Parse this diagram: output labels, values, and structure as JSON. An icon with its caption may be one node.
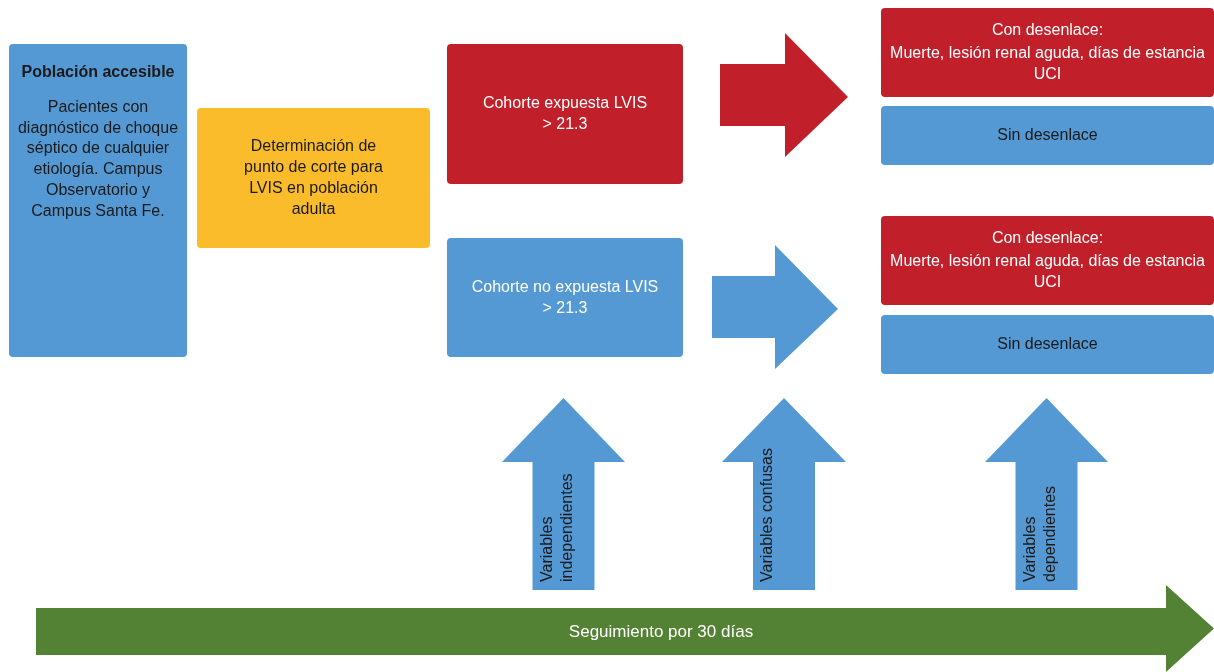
{
  "diagram": {
    "nodes": [
      {
        "text": [
          "Población accesible",
          "Pacientes con diagnóstico de choque séptico de cualquier etiología. Campus Observatorio y Campus Santa Fe."
        ]
      },
      {
        "text": [
          "Determinación de punto de corte para LVIS en población adulta"
        ]
      },
      {
        "text": [
          "Cohorte expuesta LVIS > 21.3"
        ]
      },
      {
        "text": [
          "Cohorte no expuesta LVIS > 21.3"
        ]
      },
      {
        "text": [
          "Con desenlace:",
          "Muerte, lesión renal aguda, días de estancia UCI"
        ]
      },
      {
        "text": [
          "Sin desenlace"
        ]
      },
      {
        "text": [
          "Con desenlace:",
          "Muerte, lesión renal aguda, días de estancia UCI"
        ]
      },
      {
        "text": [
          "Sin desenlace"
        ]
      },
      {
        "text": [
          "Variables independientes"
        ]
      },
      {
        "text": [
          "Variables confusas"
        ]
      },
      {
        "text": [
          "Variables dependientes"
        ]
      },
      {
        "text": [
          "Seguimiento por 30 días"
        ]
      }
    ],
    "edges": [
      {
        "from": 2,
        "to": 4,
        "arrow": "to",
        "style": "thick",
        "color": "#c1202a"
      },
      {
        "from": 3,
        "to": 6,
        "arrow": "to",
        "style": "thick",
        "color": "#5499d4"
      }
    ]
  }
}
